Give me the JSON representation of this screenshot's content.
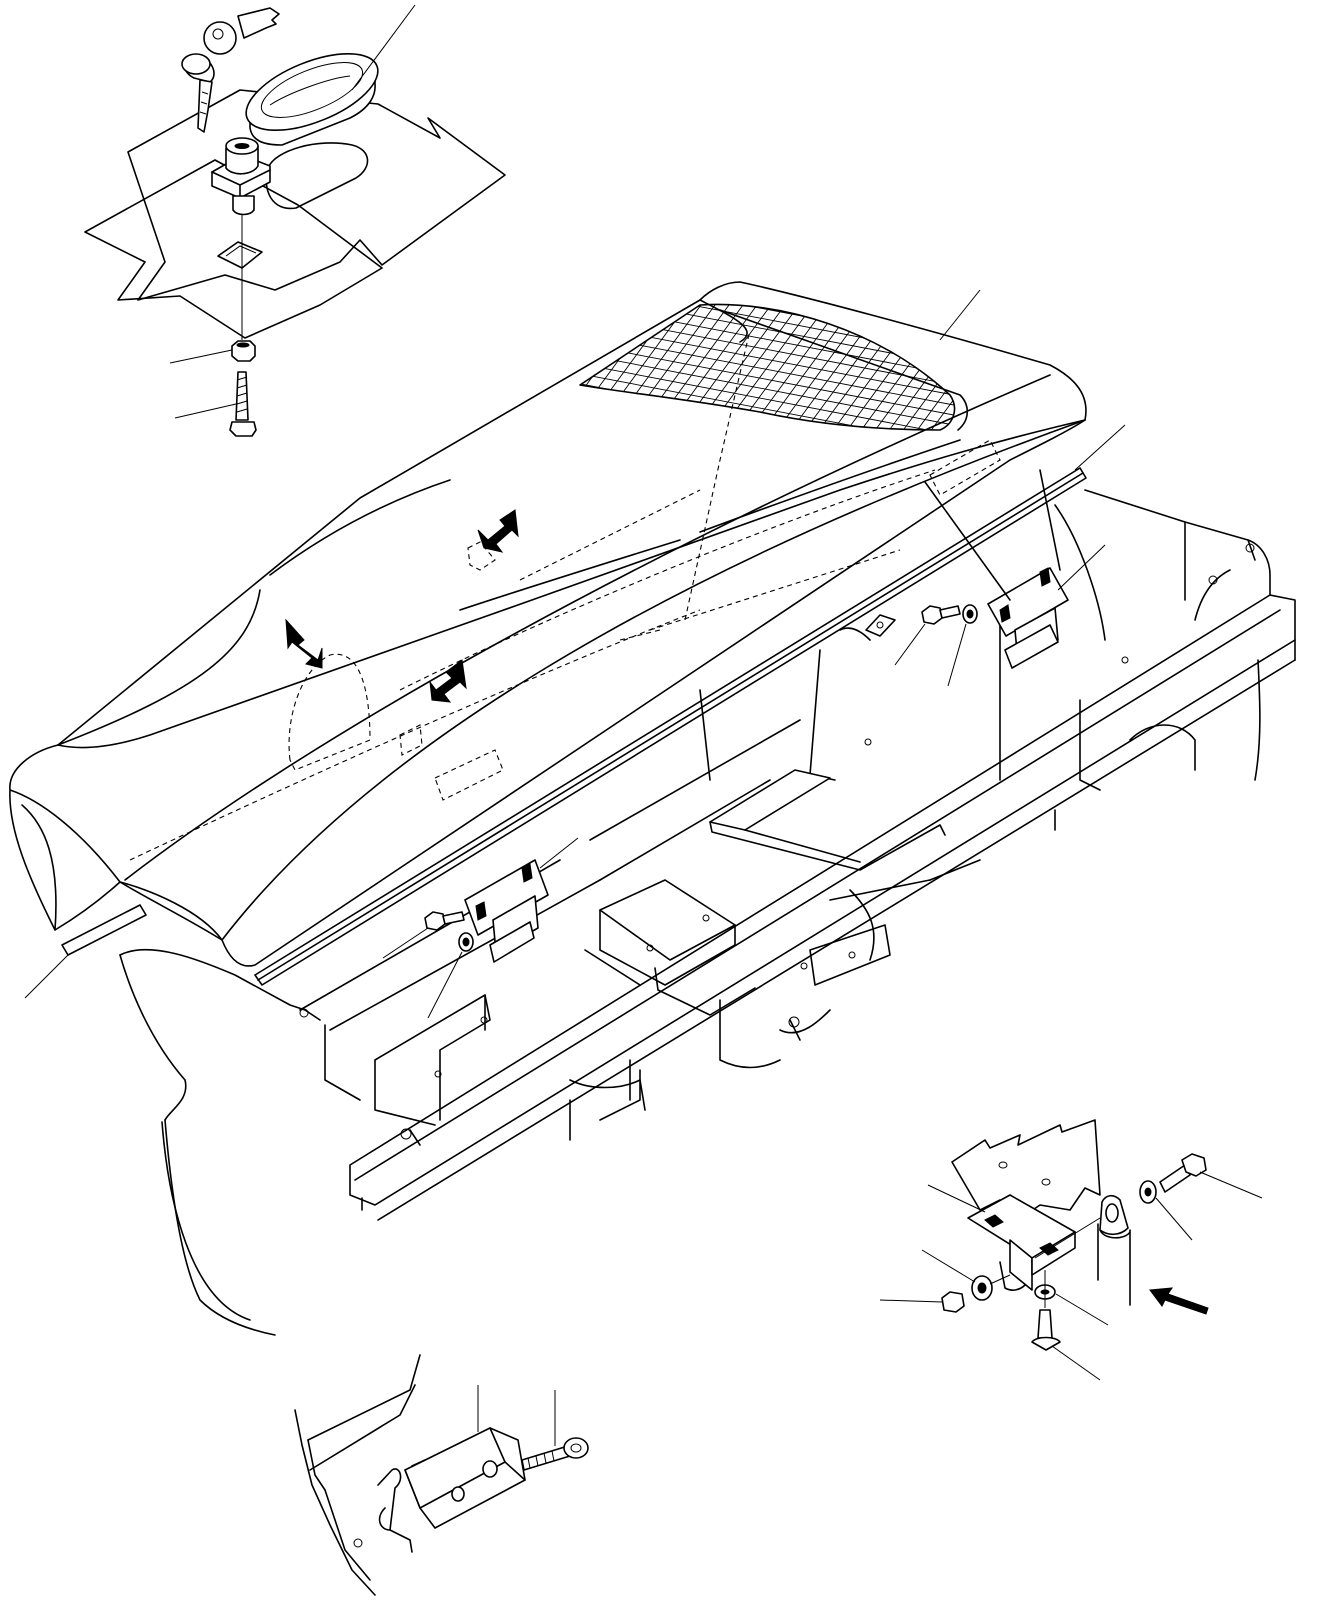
{
  "drawing": {
    "kind": "exploded parts diagram",
    "annotations": [],
    "leader_lines": 22,
    "detail_arrows": 4,
    "line_color": "#000000",
    "background_color": "#ffffff"
  },
  "parts": [
    {
      "id": "key-set",
      "icon": "keys-icon"
    },
    {
      "id": "lock-cover",
      "icon": "oval-cover-icon"
    },
    {
      "id": "lock-cylinder",
      "icon": "lock-icon"
    },
    {
      "id": "lock-nut",
      "icon": "nut-icon"
    },
    {
      "id": "lock-screw",
      "icon": "screw-icon"
    },
    {
      "id": "engine-hood",
      "icon": "hood-icon"
    },
    {
      "id": "hood-seal-strip",
      "icon": "seal-icon"
    },
    {
      "id": "hood-hinge",
      "icon": "hinge-icon"
    },
    {
      "id": "hinge-bolt",
      "icon": "bolt-icon"
    },
    {
      "id": "hinge-washer",
      "icon": "washer-icon"
    },
    {
      "id": "striker-bracket",
      "icon": "bracket-icon"
    },
    {
      "id": "striker-bolt",
      "icon": "bolt-icon"
    }
  ]
}
